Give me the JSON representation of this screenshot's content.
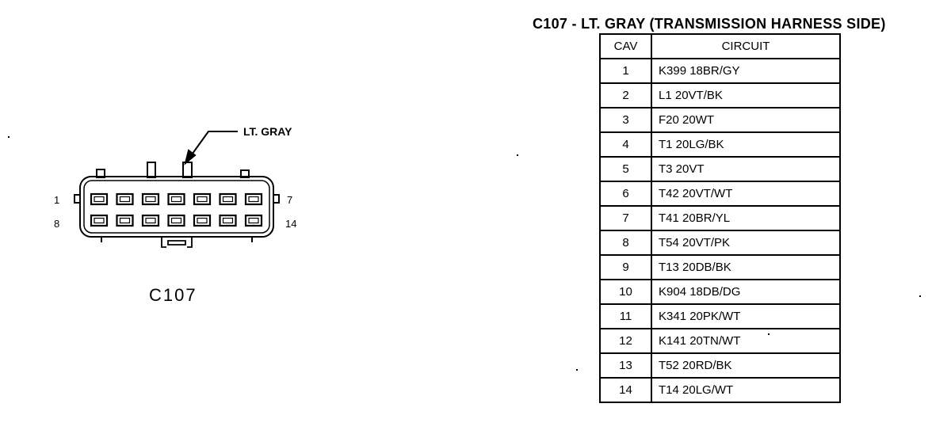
{
  "diagram": {
    "callout_label": "LT. GRAY",
    "connector_id": "C107",
    "pin_labels": {
      "top_left": "1",
      "top_right": "7",
      "bottom_left": "8",
      "bottom_right": "14"
    }
  },
  "table": {
    "title": "C107 - LT. GRAY (TRANSMISSION HARNESS SIDE)",
    "headers": {
      "cav": "CAV",
      "circuit": "CIRCUIT"
    },
    "rows": [
      {
        "cav": "1",
        "circuit": "K399 18BR/GY"
      },
      {
        "cav": "2",
        "circuit": "L1 20VT/BK"
      },
      {
        "cav": "3",
        "circuit": "F20 20WT"
      },
      {
        "cav": "4",
        "circuit": "T1 20LG/BK"
      },
      {
        "cav": "5",
        "circuit": "T3 20VT"
      },
      {
        "cav": "6",
        "circuit": "T42 20VT/WT"
      },
      {
        "cav": "7",
        "circuit": "T41 20BR/YL"
      },
      {
        "cav": "8",
        "circuit": "T54 20VT/PK"
      },
      {
        "cav": "9",
        "circuit": "T13 20DB/BK"
      },
      {
        "cav": "10",
        "circuit": "K904 18DB/DG"
      },
      {
        "cav": "11",
        "circuit": "K341 20PK/WT"
      },
      {
        "cav": "12",
        "circuit": "K141 20TN/WT"
      },
      {
        "cav": "13",
        "circuit": "T52 20RD/BK"
      },
      {
        "cav": "14",
        "circuit": "T14 20LG/WT"
      }
    ]
  }
}
